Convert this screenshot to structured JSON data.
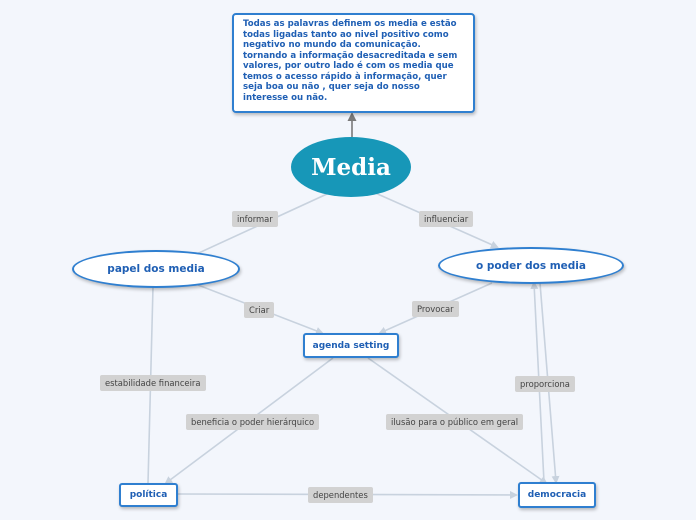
{
  "note": {
    "text": "Todas as palavras definem os media e estão todas ligadas tanto ao nivel positivo como negativo no mundo da comunicação. tornando a informação desacreditada e sem valores, por outro lado é com os media que temos o acesso rápido à informação, quer seja boa ou não , quer seja do nosso interesse ou não."
  },
  "central": {
    "text": "Media"
  },
  "nodes": {
    "papel": "papel dos media",
    "poder": "o poder dos media",
    "agenda": "agenda setting",
    "politica": "política",
    "democracia": "democracia"
  },
  "labels": {
    "informar": "informar",
    "influenciar": "influenciar",
    "criar": "Criar",
    "provocar": "Provocar",
    "estabilidade": "estabilidade financeira",
    "proporciona": "proporciona",
    "beneficia": "beneficia o poder hierárquico",
    "ilusao": "ilusão para o público em geral",
    "dependentes": "dependentes"
  },
  "colors": {
    "central_fill": "#1797b8",
    "node_border": "#2f7fd0",
    "node_text": "#1f5fb4",
    "label_fill": "#d2d2d2",
    "connector": "#c8d2de",
    "arrow": "#7a7a7a"
  }
}
